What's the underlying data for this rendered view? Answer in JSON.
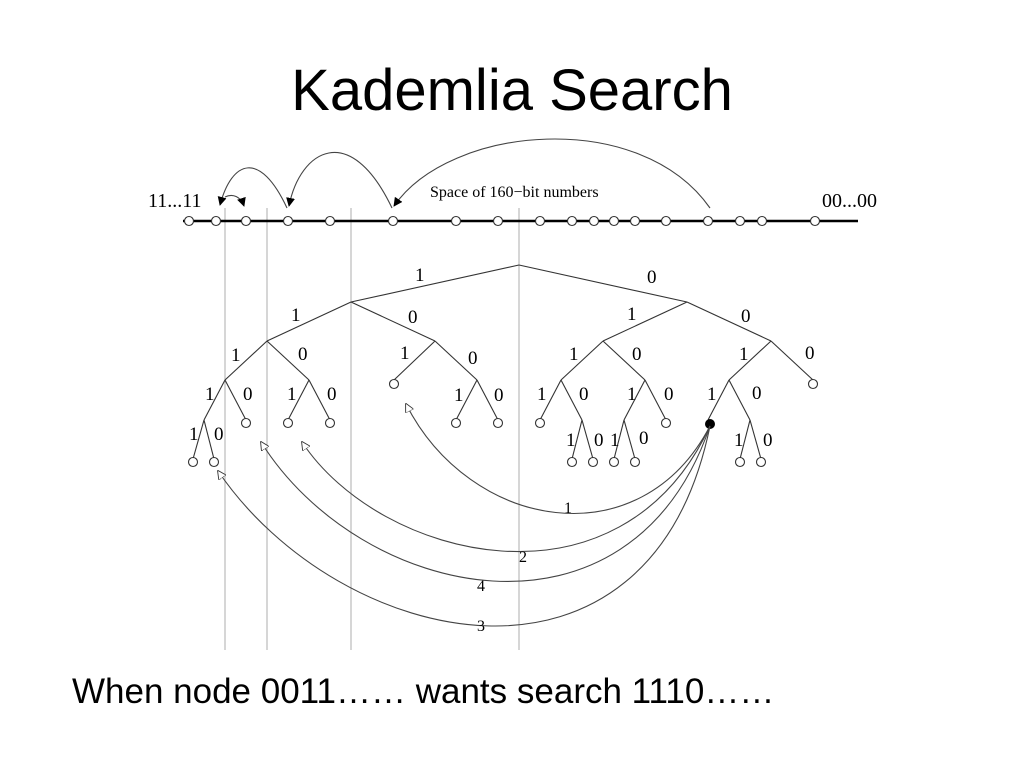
{
  "title": "Kademlia Search",
  "caption": "When node 0011…… wants search 1110……",
  "diagram": {
    "space_label": "Space of 160−bit numbers",
    "left_end_label": "11...11",
    "right_end_label": "00...00",
    "edge_bit_one": "1",
    "edge_bit_zero": "0",
    "query_step_labels": [
      "1",
      "2",
      "4",
      "3"
    ]
  }
}
